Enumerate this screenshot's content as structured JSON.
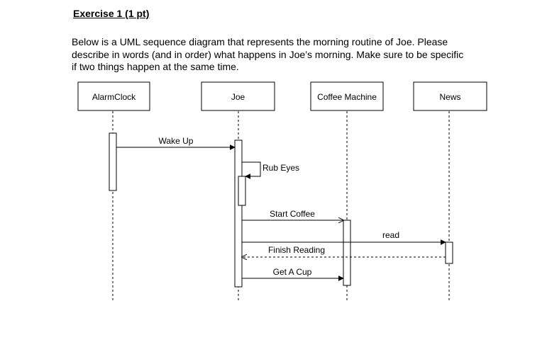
{
  "heading": "Exercise 1 (1 pt)",
  "prompt_lines": [
    "Below is a UML sequence diagram that represents the morning routine of Joe. Please",
    "describe in words (and in order) what happens in Joe’s morning. Make sure to be specific",
    "if two things happen at the same time."
  ],
  "diagram": {
    "participants": {
      "alarm": "AlarmClock",
      "joe": "Joe",
      "coffee": "Coffee Machine",
      "news": "News"
    },
    "messages": {
      "wake_up": "Wake Up",
      "rub_eyes": "Rub Eyes",
      "start_coffee": "Start Coffee",
      "read": "read",
      "finish_reading": "Finish Reading",
      "get_a_cup": "Get A Cup"
    }
  }
}
